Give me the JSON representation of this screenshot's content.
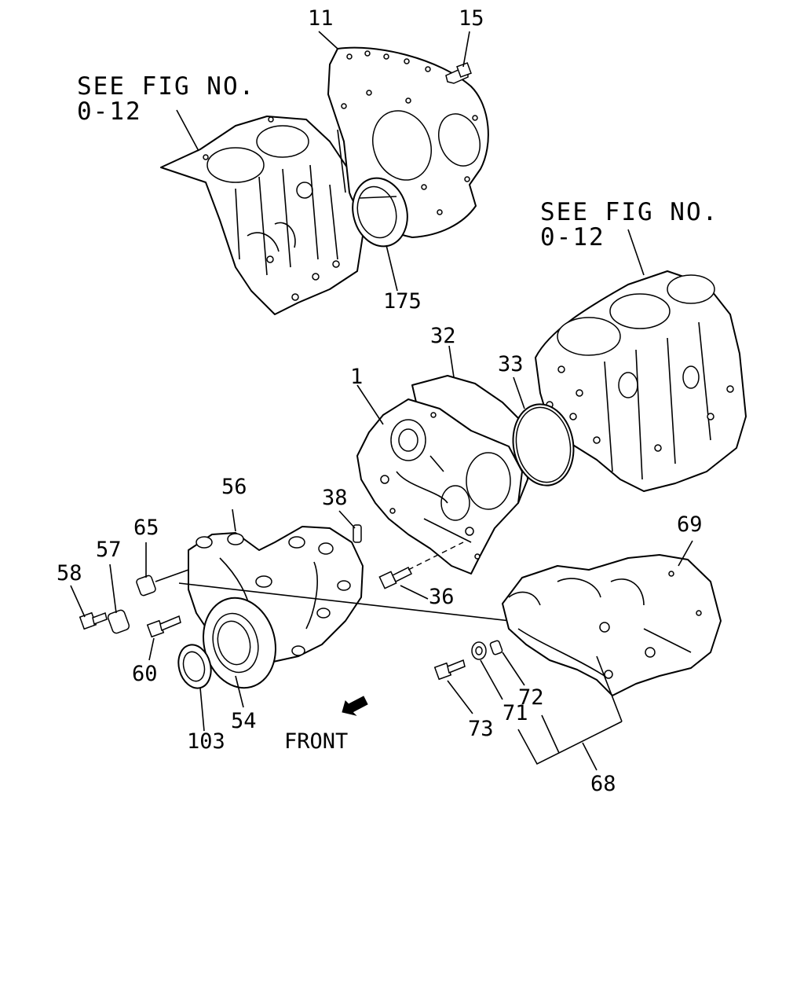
{
  "references": [
    {
      "line1": "SEE FIG NO.",
      "line2": "0-12"
    },
    {
      "line1": "SEE FIG NO.",
      "line2": "0-12"
    }
  ],
  "callouts": {
    "p11": "11",
    "p15": "15",
    "p175": "175",
    "p32": "32",
    "p1": "1",
    "p33": "33",
    "p38": "38",
    "p56": "56",
    "p65": "65",
    "p57": "57",
    "p58": "58",
    "p36": "36",
    "p69": "69",
    "p60": "60",
    "p54": "54",
    "p103": "103",
    "p72": "72",
    "p71": "71",
    "p73": "73",
    "p68": "68"
  },
  "direction": {
    "label": "FRONT",
    "icon": "front-arrow-icon"
  }
}
